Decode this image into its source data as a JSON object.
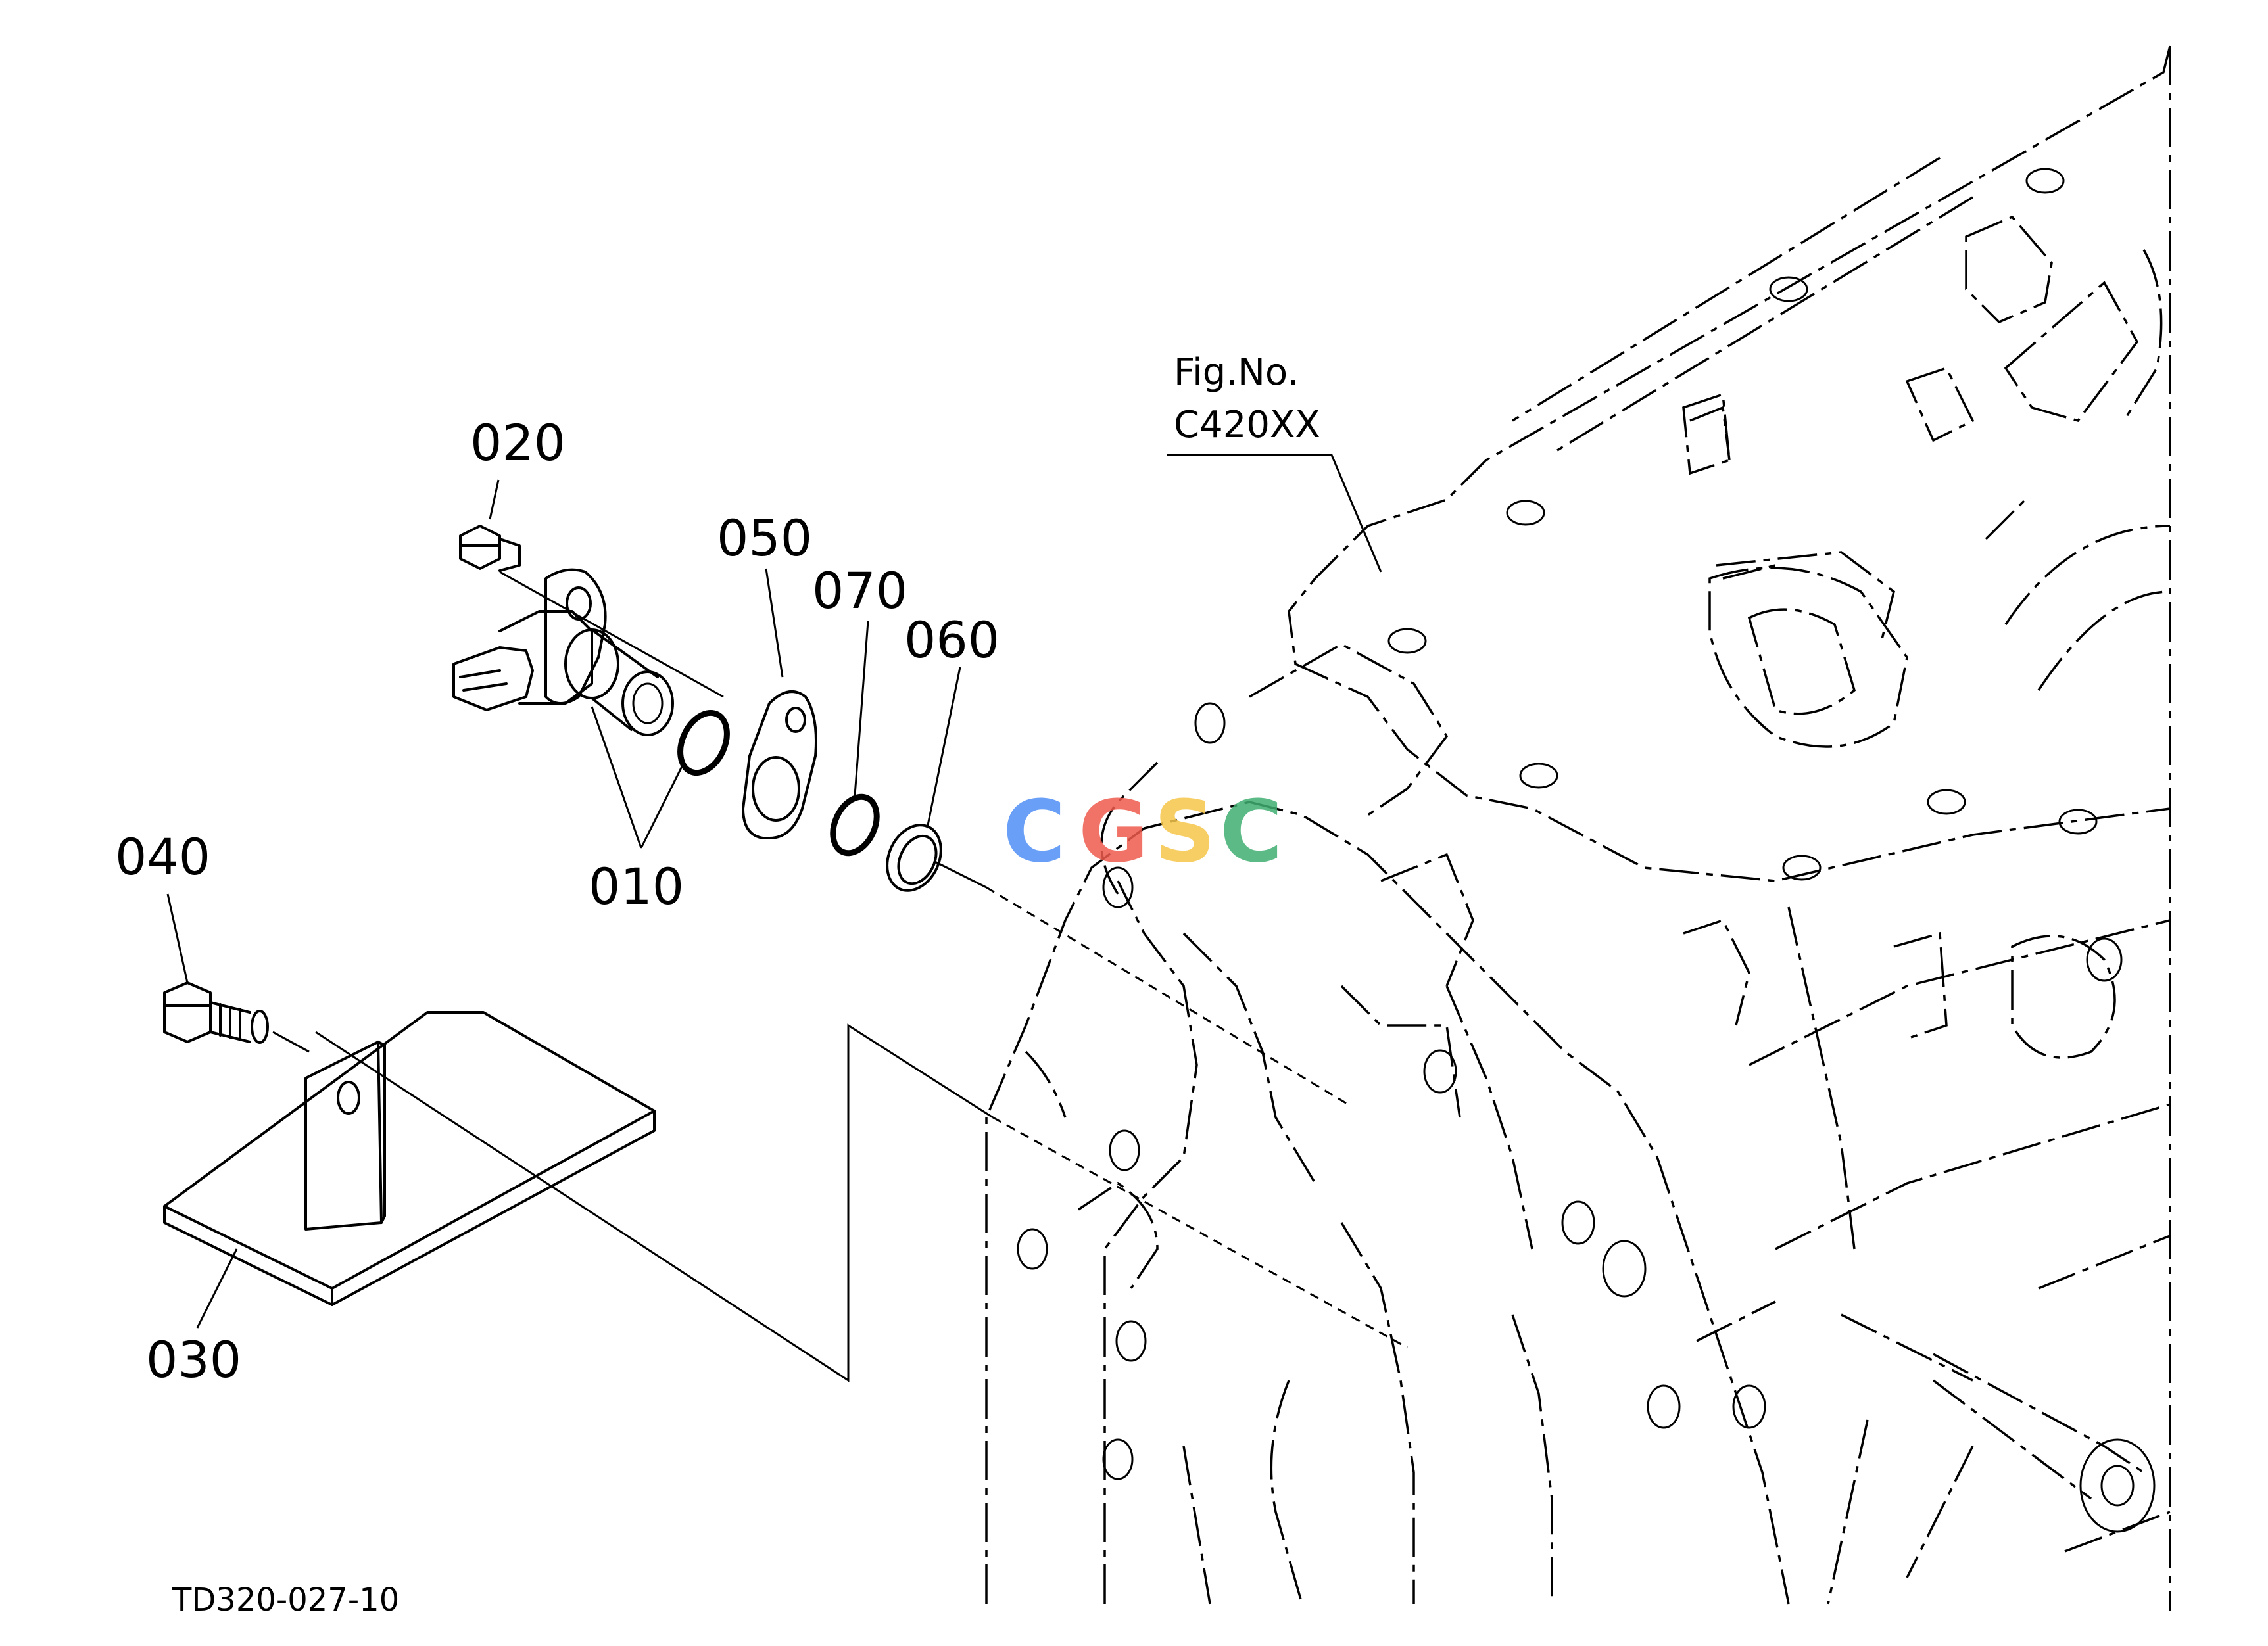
{
  "diagram": {
    "figure_ref_line1": "Fig.No.",
    "figure_ref_line2": "C420XX",
    "drawing_number": "TD320-027-10",
    "watermark_text": "CGSC",
    "watermark_colors": [
      "#4f8ff5",
      "#ef5b4e",
      "#f6c64a",
      "#3fae70"
    ],
    "callouts": [
      {
        "id": "020",
        "label": "020"
      },
      {
        "id": "050",
        "label": "050"
      },
      {
        "id": "070",
        "label": "070"
      },
      {
        "id": "060",
        "label": "060"
      },
      {
        "id": "010",
        "label": "010"
      },
      {
        "id": "040",
        "label": "040"
      },
      {
        "id": "030",
        "label": "030"
      }
    ]
  }
}
